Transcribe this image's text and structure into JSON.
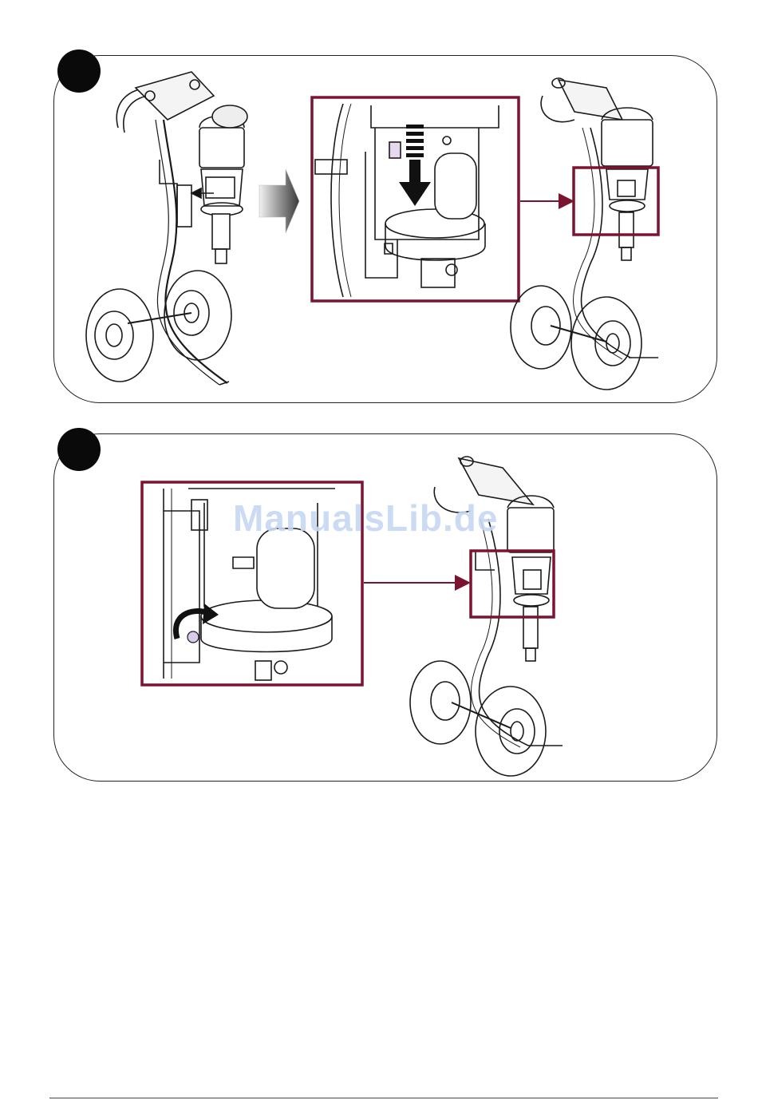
{
  "watermark": {
    "text": "ManualsLib.de"
  },
  "colors": {
    "callout_frame": "#7a1430",
    "line_art": "#1a1a1a",
    "badge": "#0a0a0a",
    "watermark": "#c6d8f2"
  },
  "steps": [
    {
      "id": "step-1",
      "badge_icon": "step-number-circle",
      "figures": [
        "cart-pump-assembly",
        "process-arrow",
        "detail-slide-down-latch",
        "cart-pump-assembled"
      ]
    },
    {
      "id": "step-2",
      "badge_icon": "step-number-circle",
      "figures": [
        "detail-rotate-lock-clamp",
        "cart-pump-assembled"
      ]
    }
  ]
}
